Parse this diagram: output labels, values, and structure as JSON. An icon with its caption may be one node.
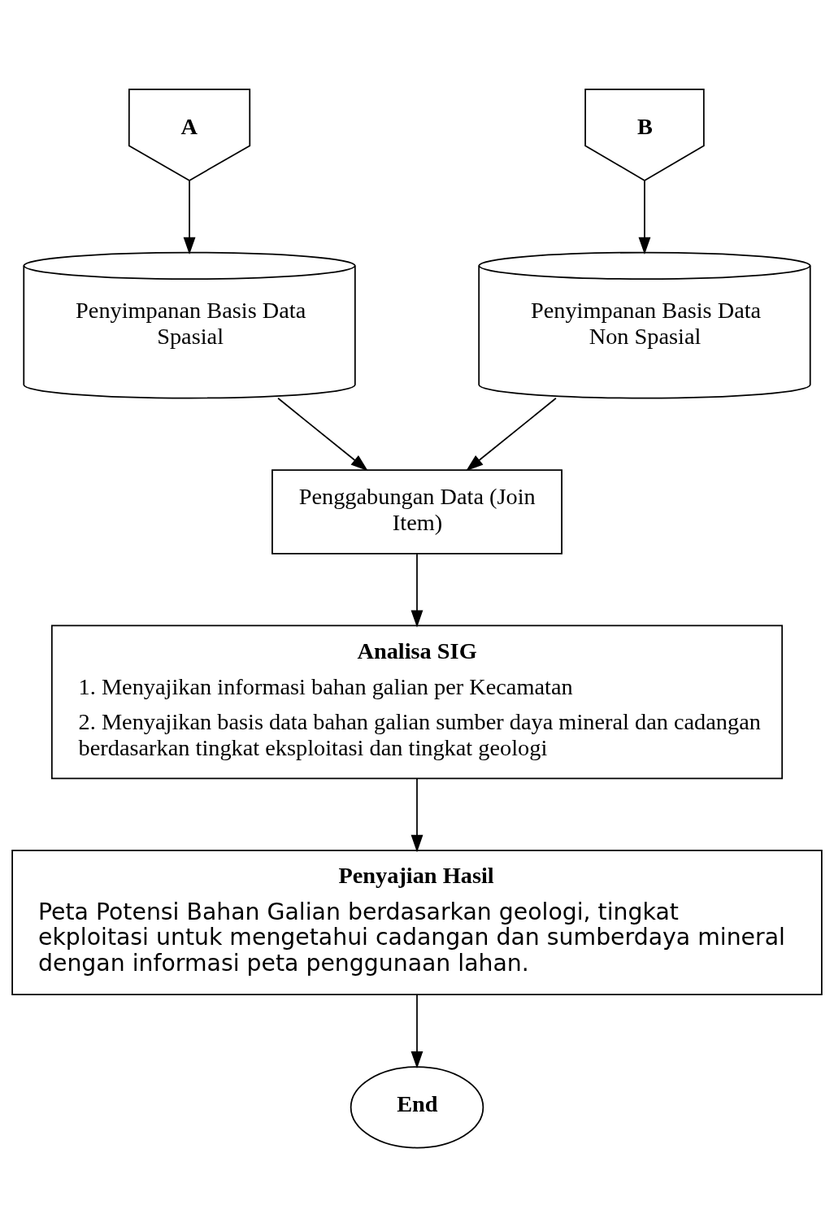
{
  "diagram": {
    "nodes": [
      {
        "text": [
          "A"
        ]
      },
      {
        "text": [
          "B"
        ]
      },
      {
        "text": [
          "Penyimpanan Basis Data Spasial"
        ]
      },
      {
        "text": [
          "Penyimpanan Basis Data Non Spasial"
        ]
      },
      {
        "text": [
          "Penggabungan Data (Join Item)"
        ]
      },
      {
        "text": [
          "Analisa SIG",
          "1. Menyajikan informasi bahan galian per Kecamatan",
          "2. Menyajikan basis data bahan galian sumber daya mineral dan cadangan berdasarkan tingkat eksploitasi dan tingkat geologi"
        ]
      },
      {
        "text": [
          "Penyajian Hasil",
          "Peta Potensi Bahan Galian berdasarkan geologi, tingkat ekploitasi untuk mengetahui cadangan dan sumberdaya mineral dengan informasi peta penggunaan lahan."
        ]
      },
      {
        "text": [
          "End"
        ]
      }
    ],
    "edges": [
      {
        "from": 0,
        "to": 2,
        "arrow": "to"
      },
      {
        "from": 1,
        "to": 3,
        "arrow": "to"
      },
      {
        "from": 2,
        "to": 4,
        "arrow": "to"
      },
      {
        "from": 3,
        "to": 4,
        "arrow": "to"
      },
      {
        "from": 4,
        "to": 5,
        "arrow": "to"
      },
      {
        "from": 5,
        "to": 6,
        "arrow": "to"
      },
      {
        "from": 6,
        "to": 7,
        "arrow": "to"
      }
    ]
  }
}
